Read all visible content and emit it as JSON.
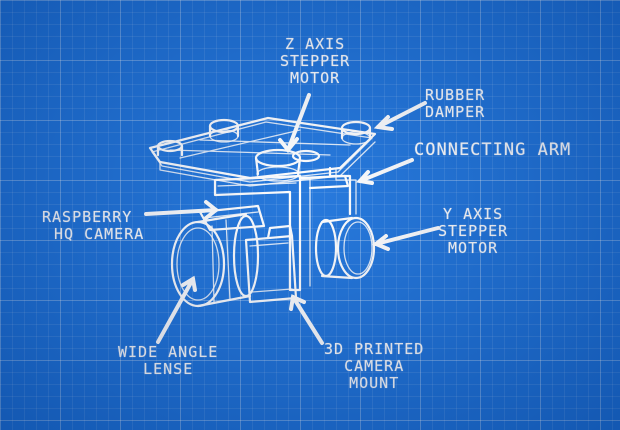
{
  "labels": {
    "z_axis": [
      "Z AXIS",
      "STEPPER",
      "MOTOR"
    ],
    "rubber_damper": [
      "RUBBER",
      "DAMPER"
    ],
    "connecting_arm": "CONNECTING ARM",
    "raspberry_camera": [
      "RASPBERRY",
      "HQ CAMERA"
    ],
    "y_axis": [
      "Y AXIS",
      "STEPPER",
      "MOTOR"
    ],
    "wide_angle": [
      "WIDE ANGLE",
      "LENSE"
    ],
    "printed_mount": [
      "3D PRINTED",
      "CAMERA",
      "MOUNT"
    ]
  },
  "colors": {
    "background": "#1b72db",
    "grid": "#ffffff",
    "ink": "#ffffff"
  }
}
